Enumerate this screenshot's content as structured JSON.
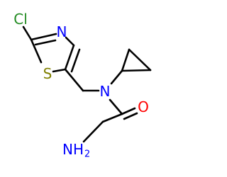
{
  "atoms": {
    "cl": {
      "label": "Cl",
      "color": "#228b22"
    },
    "s": {
      "label": "S",
      "color": "#808000"
    },
    "n_ring": {
      "label": "N",
      "color": "#0000ff"
    },
    "n_amide": {
      "label": "N",
      "color": "#0000ff"
    },
    "o": {
      "label": "O",
      "color": "#ff0000"
    },
    "nh2": {
      "label": "NH",
      "subscript": "2",
      "color": "#0000ff"
    }
  },
  "colors": {
    "bond": "#000000",
    "background": "#ffffff"
  }
}
